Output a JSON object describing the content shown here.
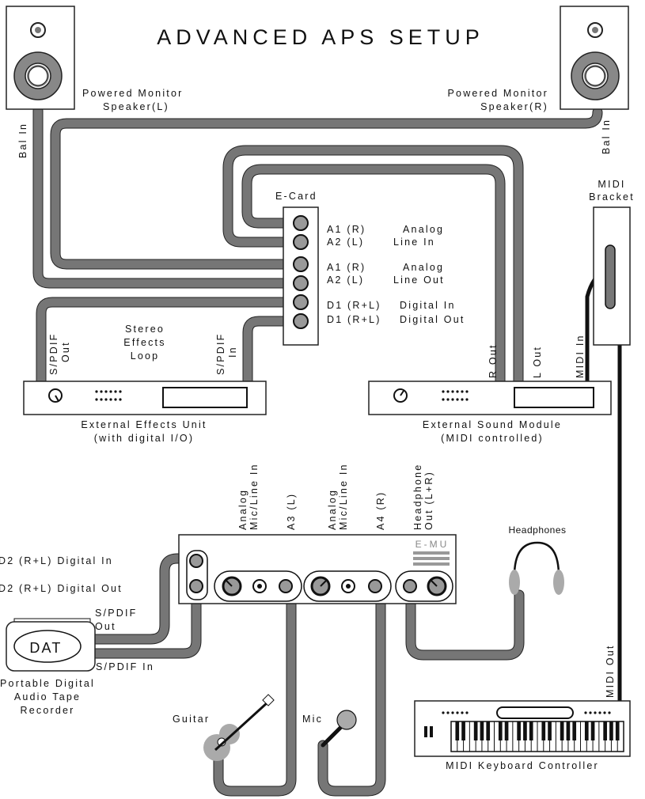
{
  "title": "ADVANCED APS SETUP",
  "speakers": {
    "left": {
      "label1": "Powered Monitor",
      "label2": "Speaker(L)",
      "port": "Bal In"
    },
    "right": {
      "label1": "Powered Monitor",
      "label2": "Speaker(R)",
      "port": "Bal In"
    }
  },
  "ecard": {
    "title": "E-Card",
    "rows": [
      {
        "ch": "A1 (R)",
        "desc": "Analog"
      },
      {
        "ch": "A2 (L)",
        "desc": "Line In"
      },
      {
        "ch": "A1 (R)",
        "desc": "Analog"
      },
      {
        "ch": "A2 (L)",
        "desc": "Line Out"
      },
      {
        "ch": "D1 (R+L)",
        "desc": "Digital In"
      },
      {
        "ch": "D1 (R+L)",
        "desc": "Digital Out"
      }
    ]
  },
  "midi_bracket": {
    "line1": "MIDI",
    "line2": "Bracket"
  },
  "effects_unit": {
    "loop1": "Stereo",
    "loop2": "Effects",
    "loop3": "Loop",
    "spdif_out1": "S/PDIF",
    "spdif_out2": "Out",
    "spdif_in1": "S/PDIF",
    "spdif_in2": "In",
    "name1": "External Effects Unit",
    "name2": "(with digital I/O)"
  },
  "sound_module": {
    "r_out": "R Out",
    "l_out": "L Out",
    "midi_in": "MIDI In",
    "name1": "External Sound Module",
    "name2": "(MIDI controlled)"
  },
  "interface": {
    "brand": "E-MU",
    "inputs": [
      {
        "l1": "Analog",
        "l2": "Mic/Line In"
      },
      {
        "l1": "A3 (L)",
        "l2": ""
      },
      {
        "l1": "Analog",
        "l2": "Mic/Line In"
      },
      {
        "l1": "A4 (R)",
        "l2": ""
      },
      {
        "l1": "Headphone",
        "l2": "Out (L+R)"
      }
    ],
    "d2_in": "D2 (R+L) Digital In",
    "d2_out": "D2 (R+L) Digital Out"
  },
  "dat": {
    "badge": "DAT",
    "spdif_out1": "S/PDIF",
    "spdif_out2": "Out",
    "spdif_in": "S/PDIF In",
    "name1": "Portable Digital",
    "name2": "Audio Tape",
    "name3": "Recorder"
  },
  "headphones": "Headphones",
  "guitar": "Guitar",
  "mic": "Mic",
  "keyboard": {
    "midi_out": "MIDI Out",
    "name": "MIDI Keyboard Controller"
  }
}
